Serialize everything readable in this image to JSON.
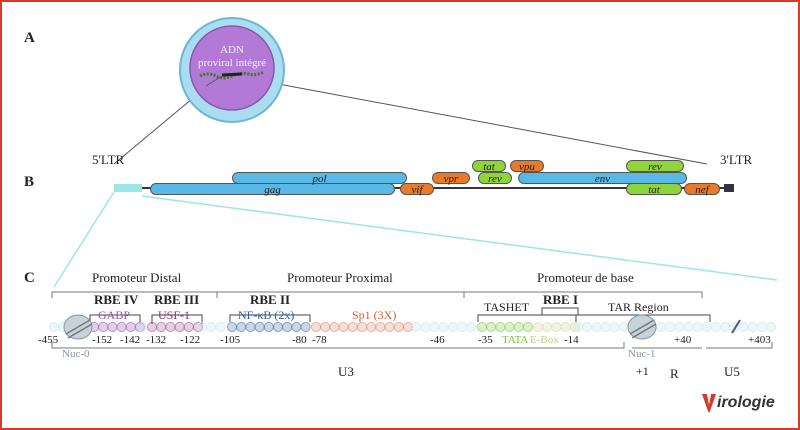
{
  "panels": {
    "a": "A",
    "b": "B",
    "c": "C"
  },
  "cell": {
    "label_line1": "ADN",
    "label_line2": "proviral intégré"
  },
  "genome": {
    "ltr5": "5'LTR",
    "ltr3": "3'LTR",
    "genes": {
      "gag": "gag",
      "pol": "pol",
      "vif": "vif",
      "vpr": "vpr",
      "tat1": "tat",
      "rev1": "rev",
      "vpu": "vpu",
      "env": "env",
      "rev2": "rev",
      "tat2": "tat",
      "nef": "nef"
    }
  },
  "promoter": {
    "distal": "Promoteur Distal",
    "proximal": "Promoteur Proximal",
    "base": "Promoteur de base",
    "rbe4": "RBE IV",
    "rbe3": "RBE III",
    "rbe2": "RBE II",
    "rbe1": "RBE I",
    "gabp": "GABP",
    "usf1": "USF-1",
    "nfkb": "NF-κB (2x)",
    "sp1": "Sp1 (3X)",
    "tashet": "TASHET",
    "tar": "TAR Region",
    "tata": "TATA",
    "ebox": "E-Box",
    "nuc0": "Nuc-0",
    "nuc1": "Nuc-1",
    "u3": "U3",
    "r": "R",
    "u5": "U5",
    "plus1": "+1",
    "positions": {
      "p455": "-455",
      "p152": "-152",
      "p142": "-142",
      "p132": "-132",
      "p122": "-122",
      "p105": "-105",
      "p80": "-80",
      "p78": "-78",
      "p46": "-46",
      "p35": "-35",
      "p14": "-14",
      "p40": "+40",
      "p403": "+403"
    }
  },
  "logo": {
    "text": "Virologie"
  },
  "colors": {
    "frame": "#d63a2a",
    "blue_gene": "#5ab8e6",
    "orange_gene": "#e87a2a",
    "green_gene": "#8fd43a",
    "gabp": "#9b4fb0",
    "usf1": "#8a2f6e",
    "nfkb": "#2f5fa0",
    "sp1": "#d0603a",
    "tata": "#7bbf3a"
  }
}
